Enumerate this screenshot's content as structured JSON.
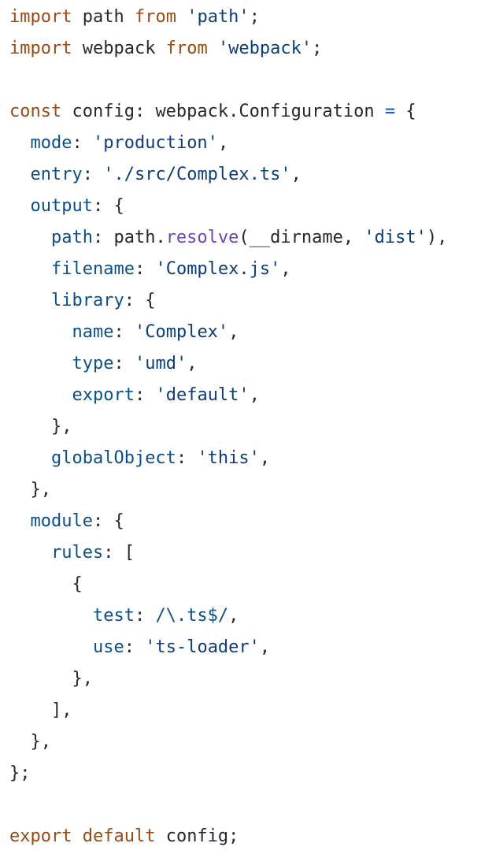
{
  "theme": {
    "background": "#ffffff",
    "default_text": "#24292f",
    "keyword": "#9a4a12",
    "string": "#0b3d7a",
    "property": "#0b4f8a",
    "function": "#6f42c1",
    "regex": "#0b4f8a",
    "operator": "#0550ae"
  },
  "code": {
    "language": "TypeScript",
    "lines": [
      {
        "indent": 0,
        "tokens": [
          {
            "text": "import",
            "type": "keyword"
          },
          {
            "text": " path ",
            "type": "default"
          },
          {
            "text": "from",
            "type": "keyword"
          },
          {
            "text": " ",
            "type": "default"
          },
          {
            "text": "'path'",
            "type": "string"
          },
          {
            "text": ";",
            "type": "default"
          }
        ]
      },
      {
        "indent": 0,
        "tokens": [
          {
            "text": "import",
            "type": "keyword"
          },
          {
            "text": " webpack ",
            "type": "default"
          },
          {
            "text": "from",
            "type": "keyword"
          },
          {
            "text": " ",
            "type": "default"
          },
          {
            "text": "'webpack'",
            "type": "string"
          },
          {
            "text": ";",
            "type": "default"
          }
        ]
      },
      {
        "indent": 0,
        "tokens": []
      },
      {
        "indent": 0,
        "tokens": [
          {
            "text": "const",
            "type": "keyword"
          },
          {
            "text": " config: webpack.Configuration ",
            "type": "default"
          },
          {
            "text": "=",
            "type": "operator"
          },
          {
            "text": " {",
            "type": "default"
          }
        ]
      },
      {
        "indent": 1,
        "tokens": [
          {
            "text": "mode",
            "type": "property"
          },
          {
            "text": ": ",
            "type": "default"
          },
          {
            "text": "'production'",
            "type": "string"
          },
          {
            "text": ",",
            "type": "default"
          }
        ]
      },
      {
        "indent": 1,
        "tokens": [
          {
            "text": "entry",
            "type": "property"
          },
          {
            "text": ": ",
            "type": "default"
          },
          {
            "text": "'./src/Complex.ts'",
            "type": "string"
          },
          {
            "text": ",",
            "type": "default"
          }
        ]
      },
      {
        "indent": 1,
        "tokens": [
          {
            "text": "output",
            "type": "property"
          },
          {
            "text": ": {",
            "type": "default"
          }
        ]
      },
      {
        "indent": 2,
        "tokens": [
          {
            "text": "path",
            "type": "property"
          },
          {
            "text": ": path.",
            "type": "default"
          },
          {
            "text": "resolve",
            "type": "function"
          },
          {
            "text": "(__dirname, ",
            "type": "default"
          },
          {
            "text": "'dist'",
            "type": "string"
          },
          {
            "text": "),",
            "type": "default"
          }
        ]
      },
      {
        "indent": 2,
        "tokens": [
          {
            "text": "filename",
            "type": "property"
          },
          {
            "text": ": ",
            "type": "default"
          },
          {
            "text": "'Complex.js'",
            "type": "string"
          },
          {
            "text": ",",
            "type": "default"
          }
        ]
      },
      {
        "indent": 2,
        "tokens": [
          {
            "text": "library",
            "type": "property"
          },
          {
            "text": ": {",
            "type": "default"
          }
        ]
      },
      {
        "indent": 3,
        "tokens": [
          {
            "text": "name",
            "type": "property"
          },
          {
            "text": ": ",
            "type": "default"
          },
          {
            "text": "'Complex'",
            "type": "string"
          },
          {
            "text": ",",
            "type": "default"
          }
        ]
      },
      {
        "indent": 3,
        "tokens": [
          {
            "text": "type",
            "type": "property"
          },
          {
            "text": ": ",
            "type": "default"
          },
          {
            "text": "'umd'",
            "type": "string"
          },
          {
            "text": ",",
            "type": "default"
          }
        ]
      },
      {
        "indent": 3,
        "tokens": [
          {
            "text": "export",
            "type": "property"
          },
          {
            "text": ": ",
            "type": "default"
          },
          {
            "text": "'default'",
            "type": "string"
          },
          {
            "text": ",",
            "type": "default"
          }
        ]
      },
      {
        "indent": 2,
        "tokens": [
          {
            "text": "},",
            "type": "default"
          }
        ]
      },
      {
        "indent": 2,
        "tokens": [
          {
            "text": "globalObject",
            "type": "property"
          },
          {
            "text": ": ",
            "type": "default"
          },
          {
            "text": "'this'",
            "type": "string"
          },
          {
            "text": ",",
            "type": "default"
          }
        ]
      },
      {
        "indent": 1,
        "tokens": [
          {
            "text": "},",
            "type": "default"
          }
        ]
      },
      {
        "indent": 1,
        "tokens": [
          {
            "text": "module",
            "type": "property"
          },
          {
            "text": ": {",
            "type": "default"
          }
        ]
      },
      {
        "indent": 2,
        "tokens": [
          {
            "text": "rules",
            "type": "property"
          },
          {
            "text": ": [",
            "type": "default"
          }
        ]
      },
      {
        "indent": 3,
        "tokens": [
          {
            "text": "{",
            "type": "default"
          }
        ]
      },
      {
        "indent": 4,
        "tokens": [
          {
            "text": "test",
            "type": "property"
          },
          {
            "text": ": ",
            "type": "default"
          },
          {
            "text": "/\\.ts$/",
            "type": "regex"
          },
          {
            "text": ",",
            "type": "default"
          }
        ]
      },
      {
        "indent": 4,
        "tokens": [
          {
            "text": "use",
            "type": "property"
          },
          {
            "text": ": ",
            "type": "default"
          },
          {
            "text": "'ts-loader'",
            "type": "string"
          },
          {
            "text": ",",
            "type": "default"
          }
        ]
      },
      {
        "indent": 3,
        "tokens": [
          {
            "text": "},",
            "type": "default"
          }
        ]
      },
      {
        "indent": 2,
        "tokens": [
          {
            "text": "],",
            "type": "default"
          }
        ]
      },
      {
        "indent": 1,
        "tokens": [
          {
            "text": "},",
            "type": "default"
          }
        ]
      },
      {
        "indent": 0,
        "tokens": [
          {
            "text": "};",
            "type": "default"
          }
        ]
      },
      {
        "indent": 0,
        "tokens": []
      },
      {
        "indent": 0,
        "tokens": [
          {
            "text": "export",
            "type": "keyword"
          },
          {
            "text": " ",
            "type": "default"
          },
          {
            "text": "default",
            "type": "keyword"
          },
          {
            "text": " config;",
            "type": "default"
          }
        ]
      }
    ]
  }
}
